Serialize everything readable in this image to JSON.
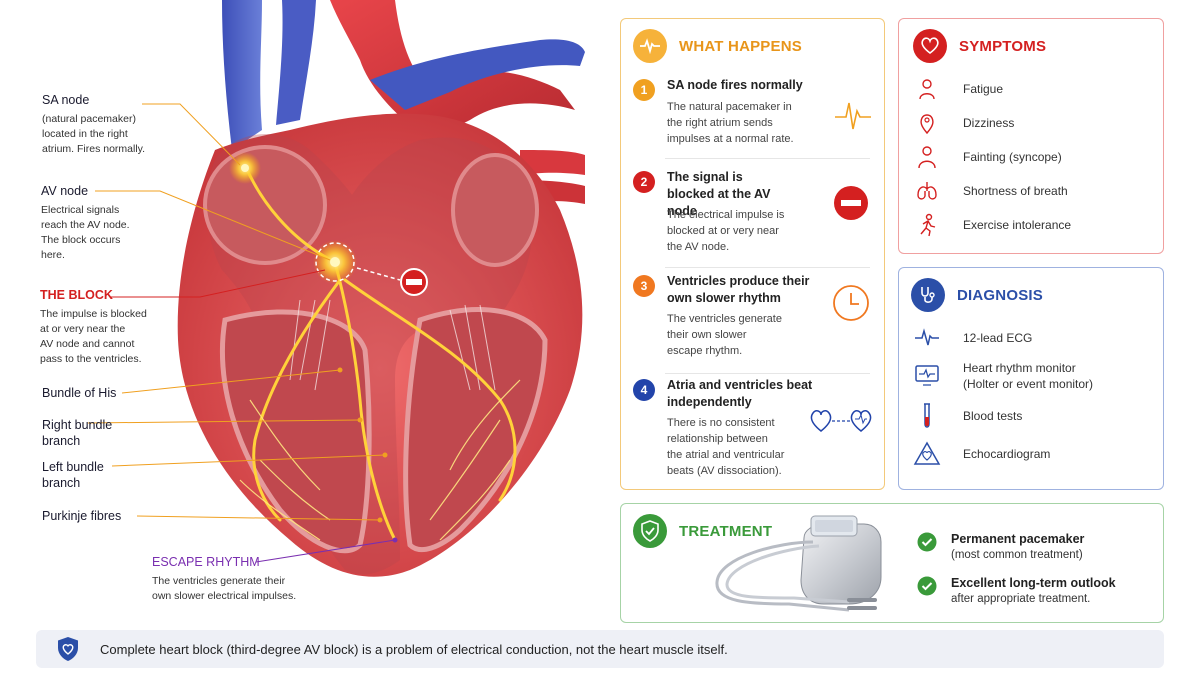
{
  "labels": {
    "sa": {
      "title": "SA node",
      "desc": [
        "(natural pacemaker)",
        "located in the right",
        "atrium. Fires normally."
      ]
    },
    "av": {
      "title": "AV node",
      "desc": [
        "Electrical signals",
        "reach the AV node.",
        "The block occurs",
        "here."
      ]
    },
    "block": {
      "title": "THE BLOCK",
      "desc": [
        "The impulse is blocked",
        "at or very near the",
        "AV node and cannot",
        "pass to the ventricles."
      ]
    },
    "his": {
      "title": "Bundle of His"
    },
    "rbb": {
      "title": [
        "Right bundle",
        "branch"
      ]
    },
    "lbb": {
      "title": [
        "Left bundle",
        "branch"
      ]
    },
    "purkinje": {
      "title": "Purkinje fibres"
    },
    "escape": {
      "title": "ESCAPE RHYTHM",
      "desc": [
        "The ventricles generate their",
        "own slower electrical impulses."
      ]
    }
  },
  "what_happens": {
    "title": "WHAT HAPPENS",
    "steps": [
      {
        "num": "1",
        "title": "SA node fires normally",
        "desc": [
          "The natural pacemaker in",
          "the right atrium sends",
          "impulses at a normal rate."
        ],
        "color": "#f0a020",
        "icon": "ecg-icon"
      },
      {
        "num": "2",
        "title": "The signal is blocked at the AV node",
        "desc": [
          "The electrical impulse is",
          "blocked at or very near",
          "the AV node."
        ],
        "color": "#d42020",
        "icon": "no-entry-icon"
      },
      {
        "num": "3",
        "title": "Ventricles produce their own slower rhythm",
        "desc": [
          "The ventricles generate",
          "their own slower",
          "escape rhythm."
        ],
        "color": "#f07820",
        "icon": "clock-icon"
      },
      {
        "num": "4",
        "title": "Atria and ventricles beat independently",
        "desc": [
          "There is no consistent",
          "relationship between",
          "the atrial and ventricular",
          "beats (AV dissociation)."
        ],
        "color": "#2244aa",
        "icon": "two-hearts-icon"
      }
    ]
  },
  "symptoms": {
    "title": "SYMPTOMS",
    "items": [
      "Fatigue",
      "Dizziness",
      "Fainting (syncope)",
      "Shortness of breath",
      "Exercise intolerance"
    ]
  },
  "diagnosis": {
    "title": "DIAGNOSIS",
    "items": [
      [
        "12-lead ECG"
      ],
      [
        "Heart rhythm monitor",
        "(Holter or event monitor)"
      ],
      [
        "Blood tests"
      ],
      [
        "Echocardiogram"
      ]
    ]
  },
  "treatment": {
    "title": "TREATMENT",
    "items": [
      {
        "title": "Permanent pacemaker",
        "desc": "(most common treatment)"
      },
      {
        "title": "Excellent long-term outlook",
        "desc": "after appropriate treatment."
      }
    ]
  },
  "footer": "Complete heart block (third-degree AV block) is a problem of electrical conduction, not the heart muscle itself.",
  "colors": {
    "orange": "#f0a020",
    "red": "#d42020",
    "blue": "#2b4fa8",
    "green": "#3a9a3a"
  }
}
